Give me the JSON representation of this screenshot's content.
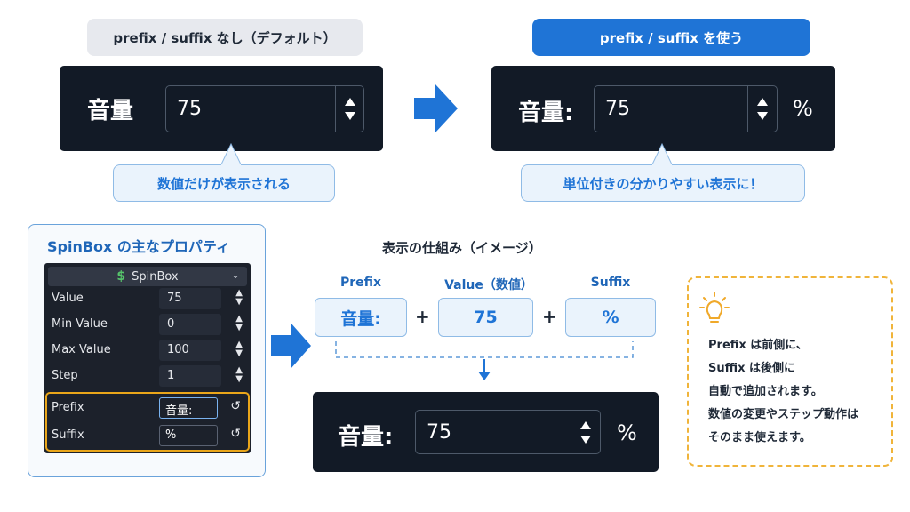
{
  "before": {
    "tag": "prefix / suffix なし（デフォルト）",
    "label": "音量",
    "value": "75",
    "callout": "数値だけが表示される"
  },
  "after": {
    "tag": "prefix / suffix を使う",
    "label": "音量:",
    "value": "75",
    "suffix": "%",
    "callout": "単位付きの分かりやすい表示に！"
  },
  "properties_panel": {
    "title": "SpinBox の主なプロパティ",
    "header": "SpinBox",
    "rows": [
      {
        "name": "Value",
        "value": "75"
      },
      {
        "name": "Min Value",
        "value": "0"
      },
      {
        "name": "Max Value",
        "value": "100"
      },
      {
        "name": "Step",
        "value": "1"
      }
    ],
    "prefix": {
      "name": "Prefix",
      "value": "音量:"
    },
    "suffix": {
      "name": "Suffix",
      "value": "%"
    }
  },
  "mechanism": {
    "title": "表示の仕組み（イメージ）",
    "prefix_label": "Prefix",
    "value_label": "Value（数値）",
    "suffix_label": "Suffix",
    "prefix_value": "音量:",
    "value_value": "75",
    "suffix_value": "%",
    "plus": "+",
    "result": {
      "label": "音量:",
      "value": "75",
      "suffix": "%"
    }
  },
  "tip": {
    "lines": [
      "Prefix は前側に、",
      "Suffix は後側に",
      "自動で追加されます。",
      "数値の変更やステップ動作は",
      "そのまま使えます。"
    ]
  },
  "colors": {
    "accent": "#1f74d6",
    "dark_panel": "#121a26",
    "callout_bg": "#eaf3fc",
    "highlight": "#eaa61a",
    "tip_border": "#f0b43a"
  }
}
